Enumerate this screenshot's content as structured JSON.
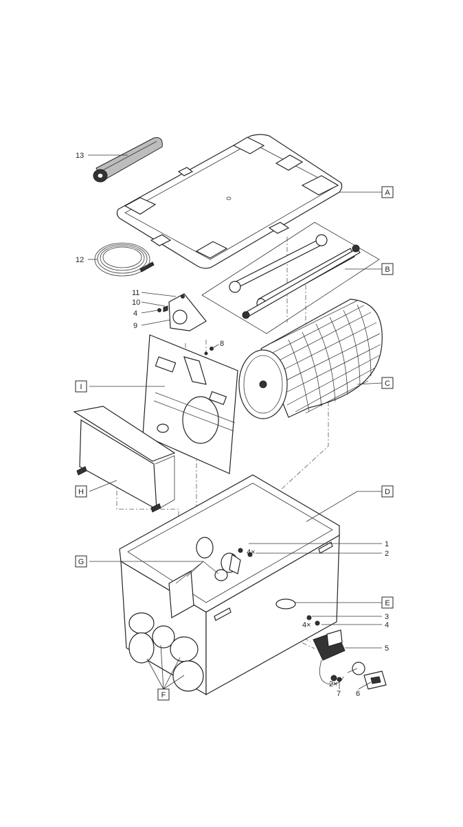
{
  "letter_labels": {
    "A": "A",
    "B": "B",
    "C": "C",
    "D": "D",
    "E": "E",
    "F": "F",
    "G": "G",
    "H": "H",
    "I": "I"
  },
  "number_labels": {
    "n1": "1",
    "n2": "2",
    "n3": "3",
    "n4a": "4",
    "n4b": "4",
    "n5": "5",
    "n6": "6",
    "n7": "7",
    "n8": "8",
    "n9": "9",
    "n10": "10",
    "n11": "11",
    "n12": "12",
    "n13": "13"
  },
  "quantity_marks": {
    "q4x_top": "4×",
    "q4x_bottom": "4×",
    "q2x": "2×"
  }
}
